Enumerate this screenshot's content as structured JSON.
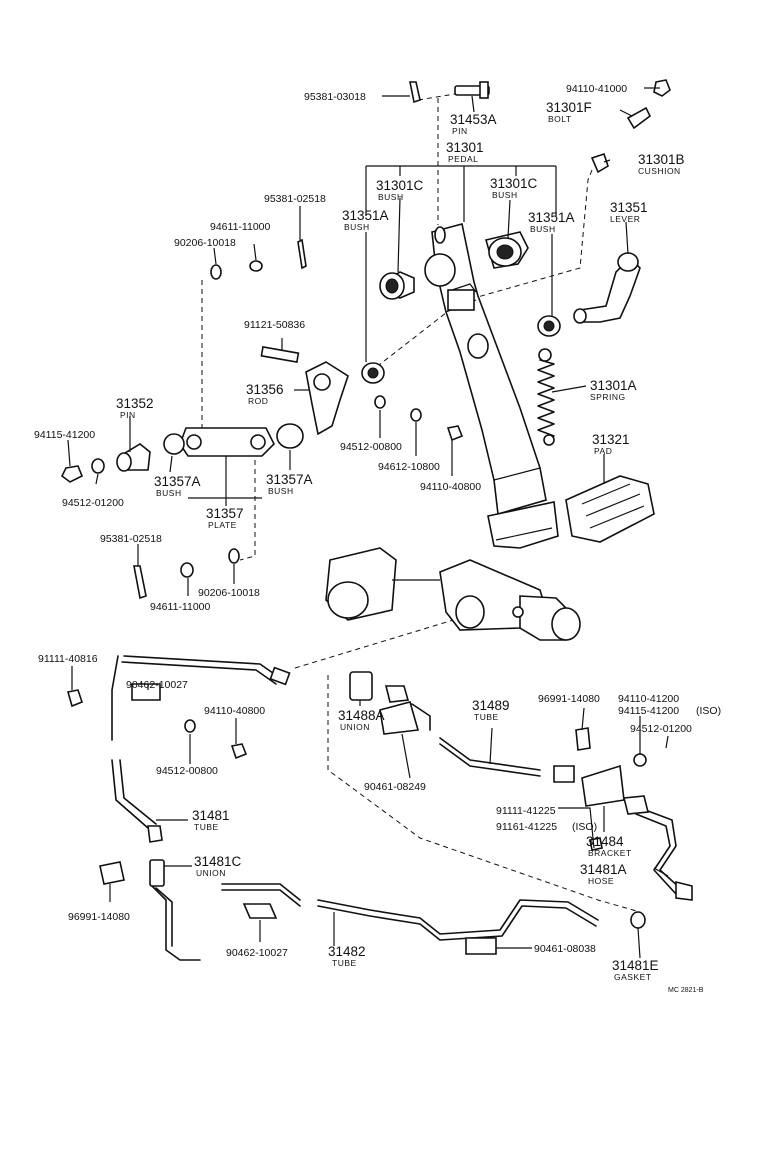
{
  "labels": {
    "p95381_03018": "95381-03018",
    "p31453A": "31453A",
    "n_pin": "PIN",
    "p31301": "31301",
    "n_pedal": "PEDAL",
    "p94110_41000": "94110-41000",
    "p31301F": "31301F",
    "n_bolt": "BOLT",
    "p31301B": "31301B",
    "n_cushion": "CUSHION",
    "p95381_02518a": "95381-02518",
    "p31301C_l": "31301C",
    "n_bush_c1": "BUSH",
    "p31301C_r": "31301C",
    "n_bush_c2": "BUSH",
    "p94611_11000a": "94611-11000",
    "p90206_10018a": "90206-10018",
    "p31351A_l": "31351A",
    "n_bush_a1": "BUSH",
    "p31351A_r": "31351A",
    "n_bush_a2": "BUSH",
    "p31351": "31351",
    "n_lever": "LEVER",
    "p91121_50836": "91121-50836",
    "p31356": "31356",
    "n_rod": "ROD",
    "p31301A": "31301A",
    "n_spring": "SPRING",
    "p31352": "31352",
    "n_pin2": "PIN",
    "p94115_41200a": "94115-41200",
    "p94512_00800a": "94512-00800",
    "p94612_10800": "94612-10800",
    "p94110_40800a": "94110-40800",
    "p31321": "31321",
    "n_pad": "PAD",
    "p31357A_l": "31357A",
    "n_bush_p1": "BUSH",
    "p31357A_r": "31357A",
    "n_bush_p2": "BUSH",
    "p94512_01200a": "94512-01200",
    "p31357": "31357",
    "n_plate": "PLATE",
    "p95381_02518b": "95381-02518",
    "p94611_11000b": "94611-11000",
    "p90206_10018b": "90206-10018",
    "p91111_40816": "91111-40816",
    "p90462_10027a": "90462-10027",
    "p94110_40800b": "94110-40800",
    "p94512_00800b": "94512-00800",
    "p31488A": "31488A",
    "n_union": "UNION",
    "p90461_08249": "90461-08249",
    "p31489": "31489",
    "n_tube1": "TUBE",
    "p96991_14080a": "96991-14080",
    "p94110_41200": "94110-41200",
    "p94115_41200b": "94115-41200",
    "iso1": "(ISO)",
    "p94512_01200b": "94512-01200",
    "p91111_41225": "91111-41225",
    "p91161_41225": "91161-41225",
    "iso2": "(ISO)",
    "p31484": "31484",
    "n_bracket": "BRACKET",
    "p31481": "31481",
    "n_tube2": "TUBE",
    "p31481A": "31481A",
    "n_hose": "HOSE",
    "p31481C": "31481C",
    "n_union2": "UNION",
    "p96991_14080b": "96991-14080",
    "p90462_10027b": "90462-10027",
    "p31482": "31482",
    "n_tube3": "TUBE",
    "p90461_08038": "90461-08038",
    "p31481E": "31481E",
    "n_gasket": "GASKET",
    "ref": "MC 2821-B"
  }
}
